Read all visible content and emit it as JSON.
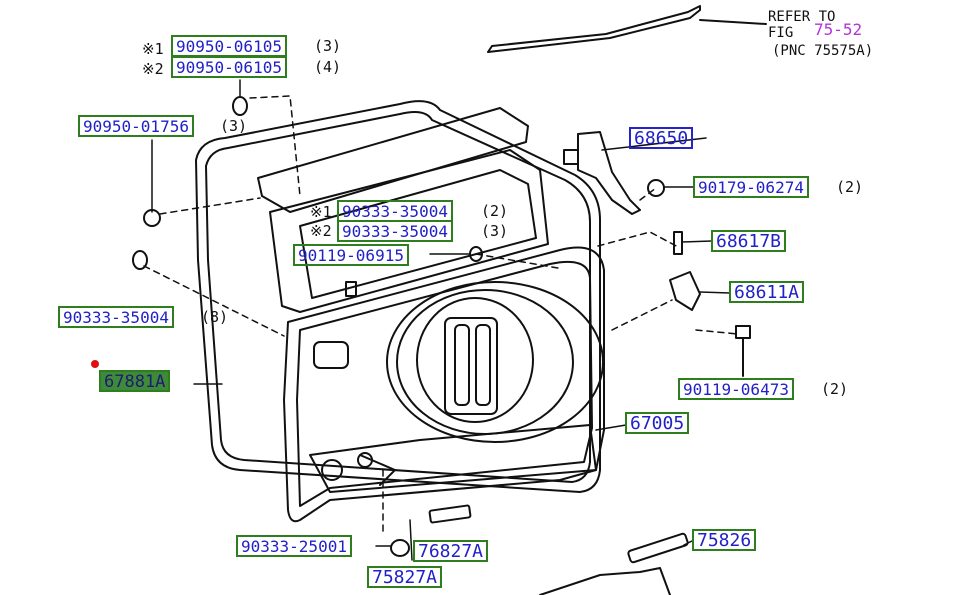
{
  "refer": {
    "line1": "REFER TO",
    "line2_prefix": "FIG",
    "fig_link": "75-52",
    "line3": "(PNC 75575A)"
  },
  "marks": {
    "m1": "※1",
    "m2": "※2"
  },
  "parts": {
    "p_90950_06105_a": "90950-06105",
    "p_90950_06105_b": "90950-06105",
    "p_90950_01756": "90950-01756",
    "p_90333_35004_a": "90333-35004",
    "p_90333_35004_b": "90333-35004",
    "p_90119_06915": "90119-06915",
    "p_90333_35004_c": "90333-35004",
    "p_67881a": "67881A",
    "p_68650": "68650",
    "p_90179_06274": "90179-06274",
    "p_68617b": "68617B",
    "p_68611a": "68611A",
    "p_90119_06473": "90119-06473",
    "p_67005": "67005",
    "p_90333_25001": "90333-25001",
    "p_76827a": "76827A",
    "p_75827a": "75827A",
    "p_75826": "75826"
  },
  "qty": {
    "q_90950_06105_a": "(3)",
    "q_90950_06105_b": "(4)",
    "q_90950_01756": "(3)",
    "q_90333_35004_a": "(2)",
    "q_90333_35004_b": "(3)",
    "q_90333_35004_c": "(8)",
    "q_90179_06274": "(2)",
    "q_90119_06473": "(2)"
  },
  "colors": {
    "part_text": "#2121c8",
    "green_box": "#2e7d1e",
    "blue_box": "#2424c8",
    "highlight": "#3f8a3a",
    "fig_link": "#b533d4",
    "marker_dot": "#e01010"
  }
}
